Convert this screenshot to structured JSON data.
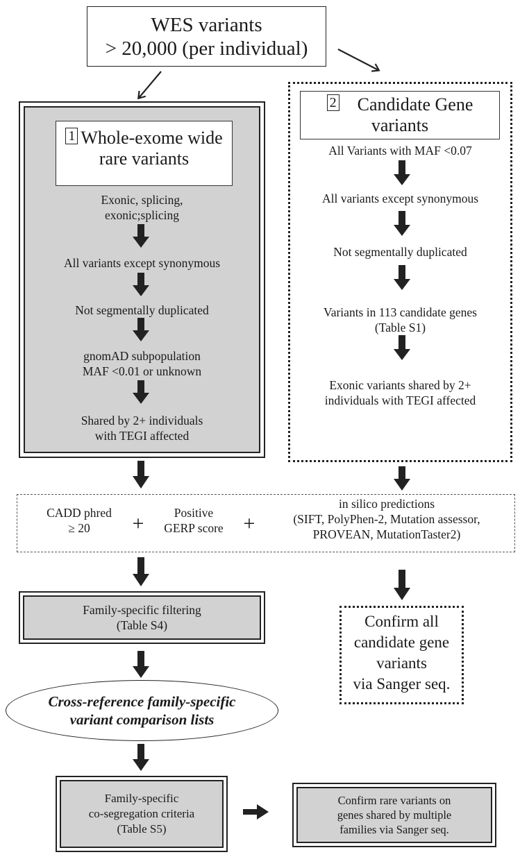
{
  "top": {
    "line1": "WES variants",
    "line2": "> 20,000 (per individual)"
  },
  "left_panel": {
    "number": "1",
    "title_line1": "Whole-exome wide",
    "title_line2": "rare variants",
    "steps": [
      [
        "Exonic, splicing,",
        "exonic;splicing"
      ],
      [
        "All variants except synonymous"
      ],
      [
        "Not segmentally duplicated"
      ],
      [
        "gnomAD subpopulation",
        "MAF <0.01 or unknown"
      ],
      [
        "Shared by 2+ individuals",
        "with TEGI affected"
      ]
    ]
  },
  "right_panel": {
    "number": "2",
    "title_line1": "Candidate Gene",
    "title_line2": "variants",
    "steps": [
      [
        "All Variants with MAF <0.07"
      ],
      [
        "All variants except synonymous"
      ],
      [
        "Not segmentally duplicated"
      ],
      [
        "Variants in 113 candidate genes",
        "(Table S1)"
      ],
      [
        "Exonic variants shared by 2+",
        "individuals with TEGI affected"
      ]
    ]
  },
  "filters": {
    "cadd_line1": "CADD phred",
    "cadd_line2": "≥ 20",
    "plus": "+",
    "gerp_line1": "Positive",
    "gerp_line2": "GERP score",
    "insilico_line1": "in silico predictions",
    "insilico_line2": "(SIFT, PolyPhen-2, Mutation assessor,",
    "insilico_line3": "PROVEAN, MutationTaster2)"
  },
  "family_filter": {
    "line1": "Family-specific filtering",
    "line2": "(Table S4)"
  },
  "confirm_candidate": {
    "line1": "Confirm all",
    "line2": "candidate gene",
    "line3": "variants",
    "line4": "via Sanger seq."
  },
  "cross_reference": {
    "line1": "Cross-reference family-specific",
    "line2": "variant comparison lists"
  },
  "cosegregation": {
    "line1": "Family-specific",
    "line2": "co-segregation criteria",
    "line3": "(Table S5)"
  },
  "confirm_rare": {
    "line1": "Confirm rare variants on",
    "line2": "genes shared by multiple",
    "line3": "families via Sanger seq."
  },
  "colors": {
    "panel_gray": "#d2d2d2",
    "line": "#222222"
  }
}
